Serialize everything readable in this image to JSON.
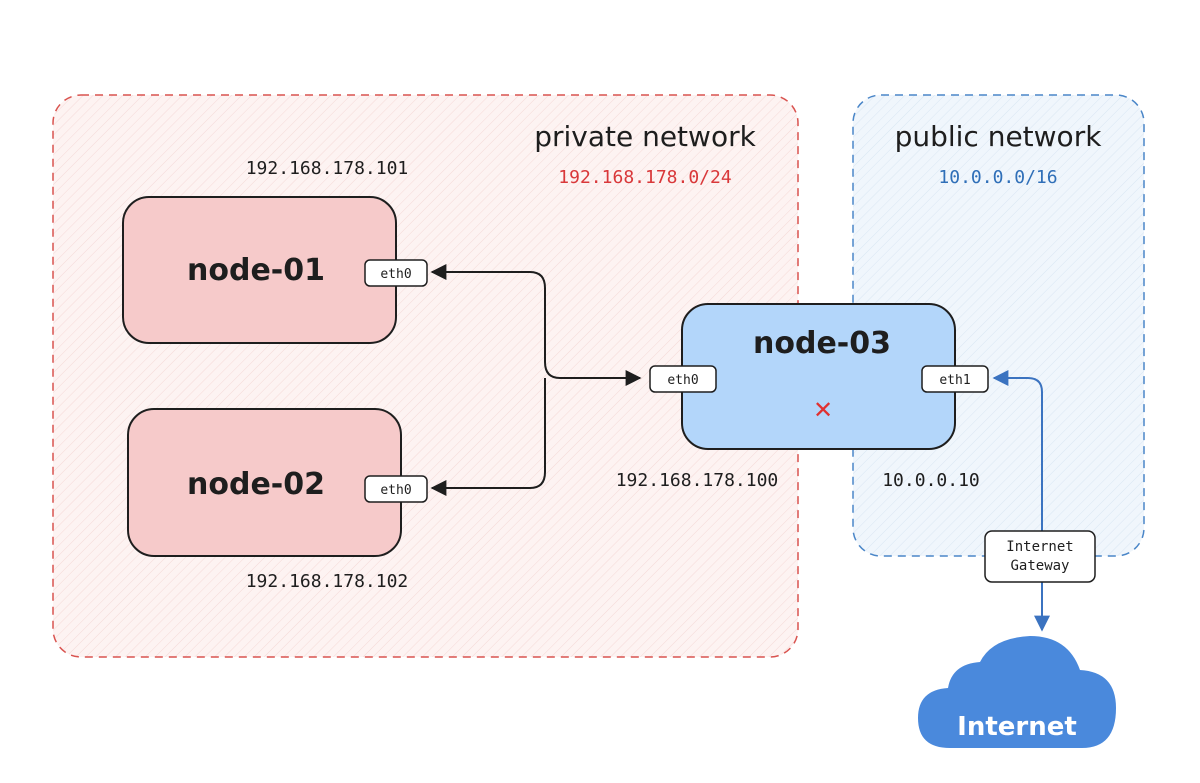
{
  "zones": {
    "private": {
      "title": "private network",
      "cidr": "192.168.178.0/24",
      "border_color": "#d9534f",
      "fill_color": "#fdf1f0",
      "cidr_color": "#d9383a"
    },
    "public": {
      "title": "public network",
      "cidr": "10.0.0.0/16",
      "border_color": "#4a86c8",
      "fill_color": "#eef4fb",
      "cidr_color": "#2f6fb8"
    }
  },
  "nodes": {
    "node01": {
      "label": "node-01",
      "ip": "192.168.178.101",
      "iface": "eth0",
      "fill": "#f6caca"
    },
    "node02": {
      "label": "node-02",
      "ip": "192.168.178.102",
      "iface": "eth0",
      "fill": "#f6caca"
    },
    "node03": {
      "label": "node-03",
      "ip_eth0": "192.168.178.100",
      "ip_eth1": "10.0.0.10",
      "iface_a": "eth0",
      "iface_b": "eth1",
      "fill": "#b3d6fa"
    }
  },
  "gateway": {
    "line1": "Internet",
    "line2": "Gateway"
  },
  "cloud": {
    "label": "Internet",
    "fill": "#4a89dc"
  },
  "blocked_marker": "✕"
}
